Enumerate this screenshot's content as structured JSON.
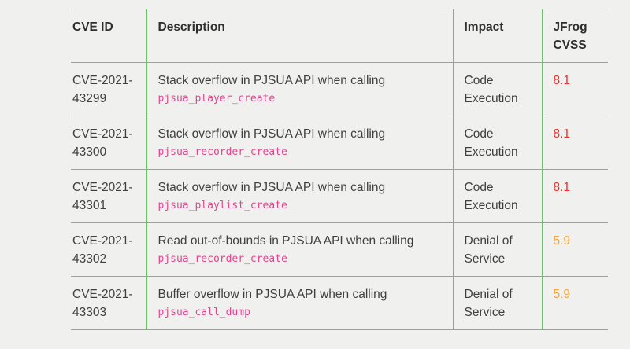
{
  "colors": {
    "background": "#f0f0ef",
    "table_border": "#67c567",
    "header_text": "#2e2e2e",
    "body_text": "#3f3f3f",
    "code_pink": "#e0468f",
    "severity_high": "#ee2d2d",
    "severity_medium": "#f6a53e"
  },
  "table": {
    "headers": [
      "CVE ID",
      "Description",
      "Impact",
      "JFrog CVSS"
    ],
    "rows": [
      {
        "cve_id": "CVE-2021-43299",
        "description": "Stack overflow in PJSUA API when calling",
        "code": "pjsua_player_create",
        "impact": "Code Execution",
        "cvss": "8.1",
        "severity": "high"
      },
      {
        "cve_id": "CVE-2021-43300",
        "description": "Stack overflow in PJSUA API when calling",
        "code": "pjsua_recorder_create",
        "impact": "Code Execution",
        "cvss": "8.1",
        "severity": "high"
      },
      {
        "cve_id": "CVE-2021-43301",
        "description": "Stack overflow in PJSUA API when calling",
        "code": "pjsua_playlist_create",
        "impact": "Code Execution",
        "cvss": "8.1",
        "severity": "high"
      },
      {
        "cve_id": "CVE-2021-43302",
        "description": "Read out-of-bounds in PJSUA API when calling",
        "code": "pjsua_recorder_create",
        "impact": "Denial of Service",
        "cvss": "5.9",
        "severity": "medium"
      },
      {
        "cve_id": "CVE-2021-43303",
        "description": "Buffer overflow in PJSUA API when calling",
        "code": "pjsua_call_dump",
        "impact": "Denial of Service",
        "cvss": "5.9",
        "severity": "medium"
      }
    ]
  }
}
